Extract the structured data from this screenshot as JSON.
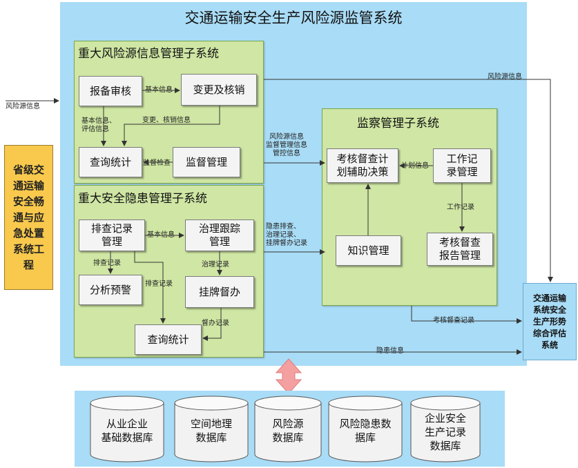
{
  "title": "交通运输安全生产风险源监管系统",
  "left_system": "省级交\n通运输\n安全畅\n通与应\n急处置\n系统工\n程",
  "right_system": "交通运输\n系统安全\n生产形势\n综合评估\n系统",
  "risk_source_subsystem": {
    "title": "重大风险源信息管理子系统",
    "boxes": {
      "filing": "报备审核",
      "change": "变更及核销",
      "query": "查询统计",
      "supervise": "监督管理"
    },
    "labels": {
      "basic_info": "基本信息",
      "basic_eval": "基本信息、\n评估信息",
      "change_cancel": "变更、核销信息",
      "supervise_check": "监督检查"
    }
  },
  "hazard_subsystem": {
    "title": "重大安全隐患管理子系统",
    "boxes": {
      "inspect": "排查记录\n管理",
      "track": "治理跟踪\n管理",
      "analysis": "分析预警",
      "listing": "挂牌督办",
      "query": "查询统计"
    },
    "labels": {
      "basic_info": "基本信息",
      "inspect_record_1": "排查记录",
      "inspect_record_2": "排查记录",
      "govern_record": "治理记录",
      "supervise_record": "督办记录"
    }
  },
  "oversight_subsystem": {
    "title": "监察管理子系统",
    "boxes": {
      "decision": "考核督查计\n划辅助决策",
      "work": "工作记\n录管理",
      "knowledge": "知识管理",
      "report": "考核督查\n报告管理"
    },
    "labels": {
      "plan_info": "计划信息",
      "work_record": "工作记录"
    }
  },
  "flow_labels": {
    "risk_in": "风险源信息",
    "risk_out": "风险源信息",
    "to_oversight_top": "风险源信息\n监督管理信息\n管控信息",
    "to_oversight_bottom": "隐患排查、\n治理记录、\n挂牌督办记录",
    "exam_record": "考核督查记录",
    "hazard_info": "隐患信息"
  },
  "databases": [
    "从业企业\n基础数据库",
    "空间地理\n数据库",
    "风险源\n数据库",
    "风险隐患数\n据库",
    "企业安全\n生产记录\n数据库"
  ],
  "colors": {
    "panel": "#a9dcf6",
    "subsystem": "#cfe6a4",
    "left_box": "#f8c94d",
    "arrow": "#f4a0a0"
  }
}
